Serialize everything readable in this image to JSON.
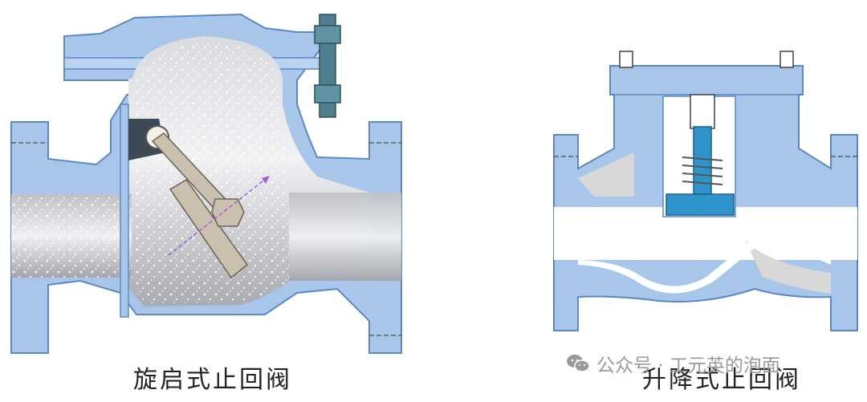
{
  "figures": {
    "left": {
      "caption": "旋启式止回阀"
    },
    "right": {
      "caption": "升降式止回阀"
    }
  },
  "watermark": {
    "text": "公众号 · 工元英的泡面",
    "icon": "wechat-icon"
  },
  "colors": {
    "body": "#a8c6ea",
    "body_stroke": "#5c88c2",
    "interior_gray": "#c2c4c8",
    "interior_light": "#e9ecf1",
    "bolt": "#4f7f8f",
    "disc": "#c9c0b0",
    "lift_disc": "#2f93cc",
    "arrow": "#a45bd6"
  }
}
